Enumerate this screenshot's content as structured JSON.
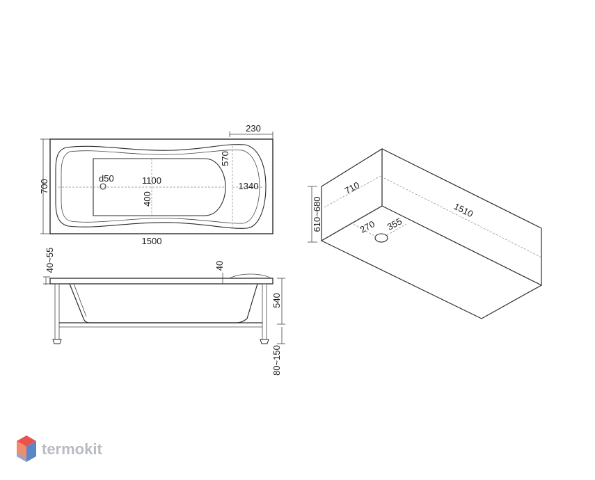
{
  "top_view": {
    "width_label": "230",
    "height_label": "700",
    "inner_length_label": "1100",
    "inner_width_label": "400",
    "drain_label": "d50",
    "depth_label": "570",
    "length_1340_label": "1340",
    "overall_length_label": "1500"
  },
  "side_view": {
    "rim_label": "40~55",
    "rim_thickness_label": "40",
    "depth_label": "540",
    "legs_label": "80~150"
  },
  "iso_view": {
    "width_label": "710",
    "height_label": "610~680",
    "length_label": "1510",
    "drain_x_label": "270",
    "drain_y_label": "355"
  },
  "brand": {
    "name": "termokit",
    "colors": [
      "#e8534f",
      "#f28b6b",
      "#8aa9d6",
      "#5a86c8"
    ]
  }
}
